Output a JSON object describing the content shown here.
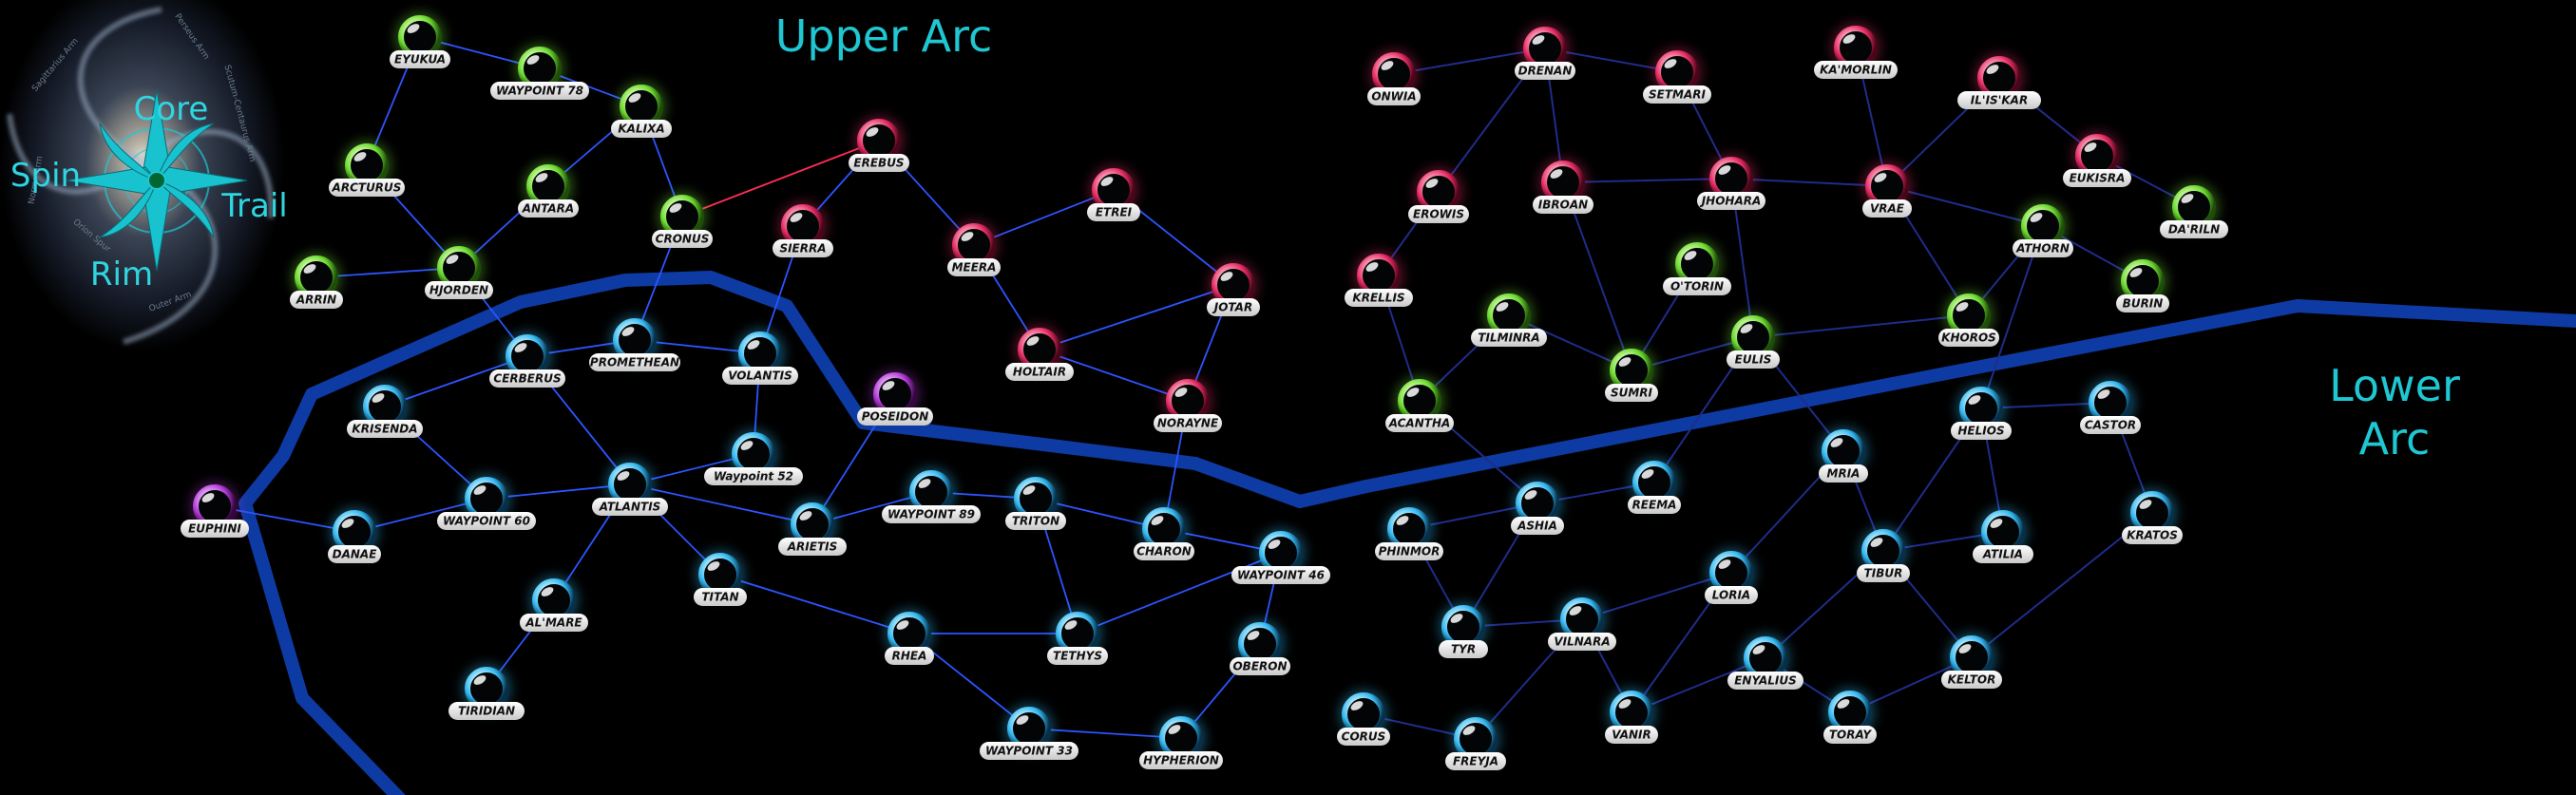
{
  "titles": {
    "upper": "Upper Arc",
    "lower_line1": "Lower",
    "lower_line2": "Arc"
  },
  "compass": {
    "north": "Core",
    "west": "Spin",
    "east": "Trail",
    "south": "Rim",
    "color": "#1fc7d3"
  },
  "galaxy_labels": [
    "Perseus Arm",
    "Sagittarius Arm",
    "Orion Spur",
    "Scutum-Centaurus Arm",
    "Norma Arm",
    "Outer Arm"
  ],
  "colors": {
    "green": "#7be83c",
    "pink": "#e8336b",
    "cyan": "#38c6ff",
    "purple": "#b63ad8",
    "edge_blue": "#2c54ff",
    "edge_red": "#ff2d55",
    "edge_dark": "#1f2c8a",
    "border": "#0e3ba3"
  },
  "systems": [
    {
      "id": "eyukua",
      "name": "EYUKUA",
      "c": "green"
    },
    {
      "id": "waypoint78",
      "name": "WAYPOINT 78",
      "c": "green"
    },
    {
      "id": "kalixa",
      "name": "KALIXA",
      "c": "green"
    },
    {
      "id": "arcturus",
      "name": "ARCTURUS",
      "c": "green"
    },
    {
      "id": "antara",
      "name": "ANTARA",
      "c": "green"
    },
    {
      "id": "cronus",
      "name": "CRONUS",
      "c": "green"
    },
    {
      "id": "arrin",
      "name": "ARRIN",
      "c": "green"
    },
    {
      "id": "hjorden",
      "name": "HJORDEN",
      "c": "green"
    },
    {
      "id": "erebus",
      "name": "EREBUS",
      "c": "pink"
    },
    {
      "id": "sierra",
      "name": "SIERRA",
      "c": "pink"
    },
    {
      "id": "meera",
      "name": "MEERA",
      "c": "pink"
    },
    {
      "id": "etrei",
      "name": "ETREI",
      "c": "pink"
    },
    {
      "id": "jotar",
      "name": "JOTAR",
      "c": "pink"
    },
    {
      "id": "holtair",
      "name": "HOLTAIR",
      "c": "pink"
    },
    {
      "id": "norayne",
      "name": "NORAYNE",
      "c": "pink"
    },
    {
      "id": "cerberus",
      "name": "CERBERUS",
      "c": "cyan"
    },
    {
      "id": "promethean",
      "name": "PROMETHEAN",
      "c": "cyan"
    },
    {
      "id": "volantis",
      "name": "VOLANTIS",
      "c": "cyan"
    },
    {
      "id": "poseidon",
      "name": "POSEIDON",
      "c": "purple"
    },
    {
      "id": "krisenda",
      "name": "KRISENDA",
      "c": "cyan"
    },
    {
      "id": "waypoint52",
      "name": "Waypoint 52",
      "c": "cyan"
    },
    {
      "id": "euphini",
      "name": "EUPHINI",
      "c": "purple"
    },
    {
      "id": "danae",
      "name": "DANAE",
      "c": "cyan"
    },
    {
      "id": "waypoint60",
      "name": "WAYPOINT 60",
      "c": "cyan"
    },
    {
      "id": "atlantis",
      "name": "ATLANTIS",
      "c": "cyan"
    },
    {
      "id": "arietis",
      "name": "ARIETIS",
      "c": "cyan"
    },
    {
      "id": "waypoint89",
      "name": "WAYPOINT 89",
      "c": "cyan"
    },
    {
      "id": "triton",
      "name": "TRITON",
      "c": "cyan"
    },
    {
      "id": "charon",
      "name": "CHARON",
      "c": "cyan"
    },
    {
      "id": "waypoint46",
      "name": "WAYPOINT 46",
      "c": "cyan"
    },
    {
      "id": "almare",
      "name": "AL'MARE",
      "c": "cyan"
    },
    {
      "id": "titan",
      "name": "TITAN",
      "c": "cyan"
    },
    {
      "id": "rhea",
      "name": "RHEA",
      "c": "cyan"
    },
    {
      "id": "tethys",
      "name": "TETHYS",
      "c": "cyan"
    },
    {
      "id": "oberon",
      "name": "OBERON",
      "c": "cyan"
    },
    {
      "id": "tiridian",
      "name": "TIRIDIAN",
      "c": "cyan"
    },
    {
      "id": "waypoint33",
      "name": "WAYPOINT 33",
      "c": "cyan"
    },
    {
      "id": "hypherion",
      "name": "HYPHERION",
      "c": "cyan"
    },
    {
      "id": "onwia",
      "name": "ONWIA",
      "c": "pink"
    },
    {
      "id": "drenan",
      "name": "DRENAN",
      "c": "pink"
    },
    {
      "id": "setmari",
      "name": "SETMARI",
      "c": "pink"
    },
    {
      "id": "kamorlin",
      "name": "KA'MORLIN",
      "c": "pink"
    },
    {
      "id": "ilisskar",
      "name": "IL'IS'KAR",
      "c": "pink"
    },
    {
      "id": "eukisra",
      "name": "EUKISRA",
      "c": "pink"
    },
    {
      "id": "dariln",
      "name": "DA'RILN",
      "c": "green"
    },
    {
      "id": "erowis",
      "name": "EROWIS",
      "c": "pink"
    },
    {
      "id": "ibroan",
      "name": "IBROAN",
      "c": "pink"
    },
    {
      "id": "jhohara",
      "name": "JHOHARA",
      "c": "pink"
    },
    {
      "id": "vrae",
      "name": "VRAE",
      "c": "pink"
    },
    {
      "id": "athorn",
      "name": "ATHORN",
      "c": "green"
    },
    {
      "id": "burin",
      "name": "BURIN",
      "c": "green"
    },
    {
      "id": "krellis",
      "name": "KRELLIS",
      "c": "pink"
    },
    {
      "id": "otorin",
      "name": "O'TORIN",
      "c": "green"
    },
    {
      "id": "tilminra",
      "name": "TILMINRA",
      "c": "green"
    },
    {
      "id": "khoros",
      "name": "KHOROS",
      "c": "green"
    },
    {
      "id": "eulis",
      "name": "EULIS",
      "c": "green"
    },
    {
      "id": "sumri",
      "name": "SUMRI",
      "c": "green"
    },
    {
      "id": "acantha",
      "name": "ACANTHA",
      "c": "green"
    },
    {
      "id": "helios",
      "name": "HELIOS",
      "c": "cyan"
    },
    {
      "id": "castor",
      "name": "CASTOR",
      "c": "cyan"
    },
    {
      "id": "mria",
      "name": "MRIA",
      "c": "cyan"
    },
    {
      "id": "reema",
      "name": "REEMA",
      "c": "cyan"
    },
    {
      "id": "ashia",
      "name": "ASHIA",
      "c": "cyan"
    },
    {
      "id": "phinmor",
      "name": "PHINMOR",
      "c": "cyan"
    },
    {
      "id": "kratos",
      "name": "KRATOS",
      "c": "cyan"
    },
    {
      "id": "atilia",
      "name": "ATILIA",
      "c": "cyan"
    },
    {
      "id": "tibur",
      "name": "TIBUR",
      "c": "cyan"
    },
    {
      "id": "loria",
      "name": "LORIA",
      "c": "cyan"
    },
    {
      "id": "tyr",
      "name": "TYR",
      "c": "cyan"
    },
    {
      "id": "vilnara",
      "name": "VILNARA",
      "c": "cyan"
    },
    {
      "id": "enyalius",
      "name": "ENYALIUS",
      "c": "cyan"
    },
    {
      "id": "keltor",
      "name": "KELTOR",
      "c": "cyan"
    },
    {
      "id": "corus",
      "name": "CORUS",
      "c": "cyan"
    },
    {
      "id": "freyja",
      "name": "FREYJA",
      "c": "cyan"
    },
    {
      "id": "vanir",
      "name": "VANIR",
      "c": "cyan"
    },
    {
      "id": "toray",
      "name": "TORAY",
      "c": "cyan"
    }
  ],
  "routes": [
    [
      "eyukua",
      "waypoint78",
      "blue"
    ],
    [
      "waypoint78",
      "kalixa",
      "blue"
    ],
    [
      "eyukua",
      "arcturus",
      "blue"
    ],
    [
      "kalixa",
      "antara",
      "blue"
    ],
    [
      "kalixa",
      "cronus",
      "blue"
    ],
    [
      "arcturus",
      "hjorden",
      "blue"
    ],
    [
      "antara",
      "hjorden",
      "blue"
    ],
    [
      "arrin",
      "hjorden",
      "blue"
    ],
    [
      "hjorden",
      "cerberus",
      "blue"
    ],
    [
      "cronus",
      "promethean",
      "blue"
    ],
    [
      "cronus",
      "erebus",
      "red"
    ],
    [
      "erebus",
      "sierra",
      "blue"
    ],
    [
      "erebus",
      "meera",
      "blue"
    ],
    [
      "meera",
      "etrei",
      "blue"
    ],
    [
      "etrei",
      "jotar",
      "blue"
    ],
    [
      "meera",
      "holtair",
      "blue"
    ],
    [
      "holtair",
      "jotar",
      "blue"
    ],
    [
      "holtair",
      "norayne",
      "blue"
    ],
    [
      "jotar",
      "norayne",
      "blue"
    ],
    [
      "sierra",
      "volantis",
      "blue"
    ],
    [
      "norayne",
      "charon",
      "blue"
    ],
    [
      "cerberus",
      "promethean",
      "blue"
    ],
    [
      "promethean",
      "volantis",
      "blue"
    ],
    [
      "cerberus",
      "krisenda",
      "blue"
    ],
    [
      "cerberus",
      "atlantis",
      "blue"
    ],
    [
      "volantis",
      "waypoint52",
      "blue"
    ],
    [
      "krisenda",
      "waypoint60",
      "blue"
    ],
    [
      "euphini",
      "danae",
      "blue"
    ],
    [
      "danae",
      "waypoint60",
      "blue"
    ],
    [
      "waypoint60",
      "atlantis",
      "blue"
    ],
    [
      "atlantis",
      "waypoint52",
      "blue"
    ],
    [
      "atlantis",
      "arietis",
      "blue"
    ],
    [
      "atlantis",
      "almare",
      "blue"
    ],
    [
      "atlantis",
      "titan",
      "blue"
    ],
    [
      "poseidon",
      "arietis",
      "blue"
    ],
    [
      "arietis",
      "waypoint89",
      "blue"
    ],
    [
      "waypoint89",
      "triton",
      "blue"
    ],
    [
      "triton",
      "charon",
      "blue"
    ],
    [
      "triton",
      "tethys",
      "blue"
    ],
    [
      "charon",
      "waypoint46",
      "blue"
    ],
    [
      "titan",
      "rhea",
      "blue"
    ],
    [
      "rhea",
      "tethys",
      "blue"
    ],
    [
      "tethys",
      "waypoint46",
      "blue"
    ],
    [
      "waypoint46",
      "oberon",
      "blue"
    ],
    [
      "almare",
      "tiridian",
      "blue"
    ],
    [
      "rhea",
      "waypoint33",
      "blue"
    ],
    [
      "waypoint33",
      "hypherion",
      "blue"
    ],
    [
      "oberon",
      "hypherion",
      "blue"
    ],
    [
      "onwia",
      "drenan",
      "dark"
    ],
    [
      "drenan",
      "erowis",
      "dark"
    ],
    [
      "drenan",
      "ibroan",
      "dark"
    ],
    [
      "drenan",
      "setmari",
      "dark"
    ],
    [
      "setmari",
      "jhohara",
      "dark"
    ],
    [
      "erowis",
      "krellis",
      "dark"
    ],
    [
      "krellis",
      "acantha",
      "dark"
    ],
    [
      "ibroan",
      "jhohara",
      "dark"
    ],
    [
      "ibroan",
      "sumri",
      "dark"
    ],
    [
      "jhohara",
      "vrae",
      "dark"
    ],
    [
      "jhohara",
      "eulis",
      "dark"
    ],
    [
      "kamorlin",
      "vrae",
      "dark"
    ],
    [
      "vrae",
      "ilisskar",
      "dark"
    ],
    [
      "ilisskar",
      "eukisra",
      "dark"
    ],
    [
      "eukisra",
      "dariln",
      "dark"
    ],
    [
      "vrae",
      "athorn",
      "dark"
    ],
    [
      "vrae",
      "khoros",
      "dark"
    ],
    [
      "athorn",
      "burin",
      "dark"
    ],
    [
      "athorn",
      "khoros",
      "dark"
    ],
    [
      "otorin",
      "sumri",
      "dark"
    ],
    [
      "tilminra",
      "sumri",
      "dark"
    ],
    [
      "tilminra",
      "acantha",
      "dark"
    ],
    [
      "sumri",
      "eulis",
      "dark"
    ],
    [
      "eulis",
      "khoros",
      "dark"
    ],
    [
      "eulis",
      "mria",
      "dark"
    ],
    [
      "eulis",
      "reema",
      "dark"
    ],
    [
      "acantha",
      "ashia",
      "dark"
    ],
    [
      "ashia",
      "reema",
      "dark"
    ],
    [
      "ashia",
      "phinmor",
      "dark"
    ],
    [
      "ashia",
      "tyr",
      "dark"
    ],
    [
      "phinmor",
      "tyr",
      "dark"
    ],
    [
      "tyr",
      "vilnara",
      "dark"
    ],
    [
      "vilnara",
      "loria",
      "dark"
    ],
    [
      "vilnara",
      "vanir",
      "dark"
    ],
    [
      "vilnara",
      "freyja",
      "dark"
    ],
    [
      "corus",
      "freyja",
      "dark"
    ],
    [
      "loria",
      "vanir",
      "dark"
    ],
    [
      "loria",
      "mria",
      "dark"
    ],
    [
      "mria",
      "tibur",
      "dark"
    ],
    [
      "helios",
      "castor",
      "dark"
    ],
    [
      "helios",
      "tibur",
      "dark"
    ],
    [
      "helios",
      "atilia",
      "dark"
    ],
    [
      "tibur",
      "atilia",
      "dark"
    ],
    [
      "tibur",
      "enyalius",
      "dark"
    ],
    [
      "tibur",
      "keltor",
      "dark"
    ],
    [
      "castor",
      "kratos",
      "dark"
    ],
    [
      "kratos",
      "keltor",
      "dark"
    ],
    [
      "enyalius",
      "vanir",
      "dark"
    ],
    [
      "keltor",
      "toray",
      "dark"
    ],
    [
      "toray",
      "enyalius",
      "dark"
    ],
    [
      "athorn",
      "helios",
      "dark"
    ]
  ]
}
